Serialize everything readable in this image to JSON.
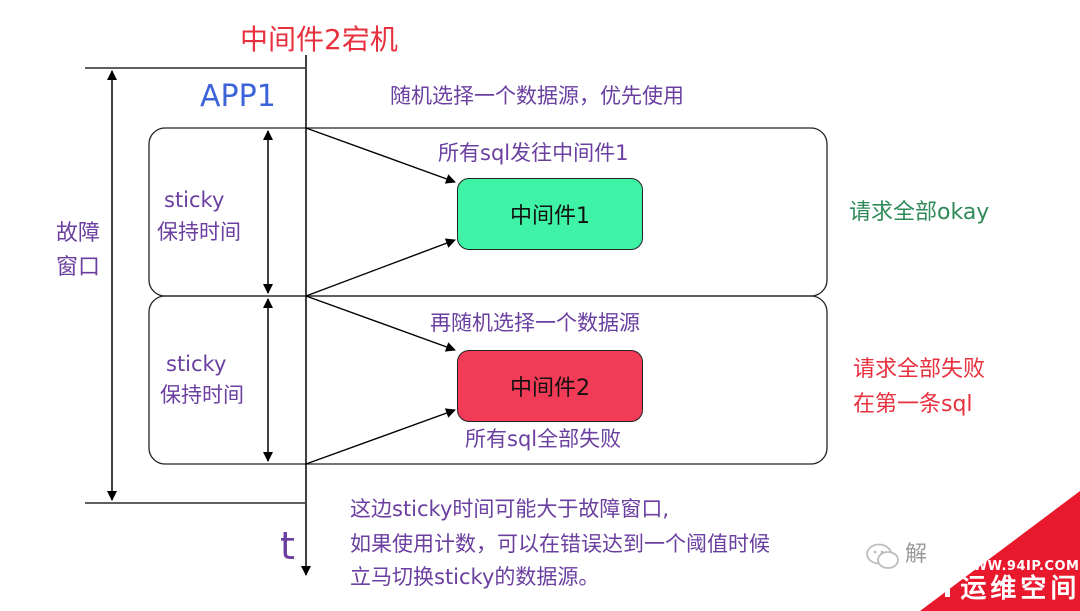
{
  "title": "中间件2宕机",
  "app_label": "APP1",
  "intro_text": "随机选择一个数据源，优先使用",
  "fault_window_label": [
    "故障",
    "窗口"
  ],
  "sticky_label_line1": "sticky",
  "sticky_label_line2": "保持时间",
  "phase1": {
    "arrow_label": "所有sql发往中间件1",
    "node_label": "中间件1",
    "result": "请求全部okay",
    "node_color": "#3ff3a6"
  },
  "phase2": {
    "arrow_label": "再随机选择一个数据源",
    "node_label": "中间件2",
    "failure_label": "所有sql全部失败",
    "result_line1": "请求全部失败",
    "result_line2": "在第一条sql",
    "node_color": "#f23b56"
  },
  "time_axis_label": "t",
  "note_lines": [
    "这边sticky时间可能大于故障窗口,",
    "如果使用计数，可以在错误达到一个阈值时候",
    "立马切换sticky的数据源。"
  ],
  "watermark": {
    "partial_text": "解",
    "url": "WWW.94IP.COM",
    "brand": "IT运维空间"
  }
}
